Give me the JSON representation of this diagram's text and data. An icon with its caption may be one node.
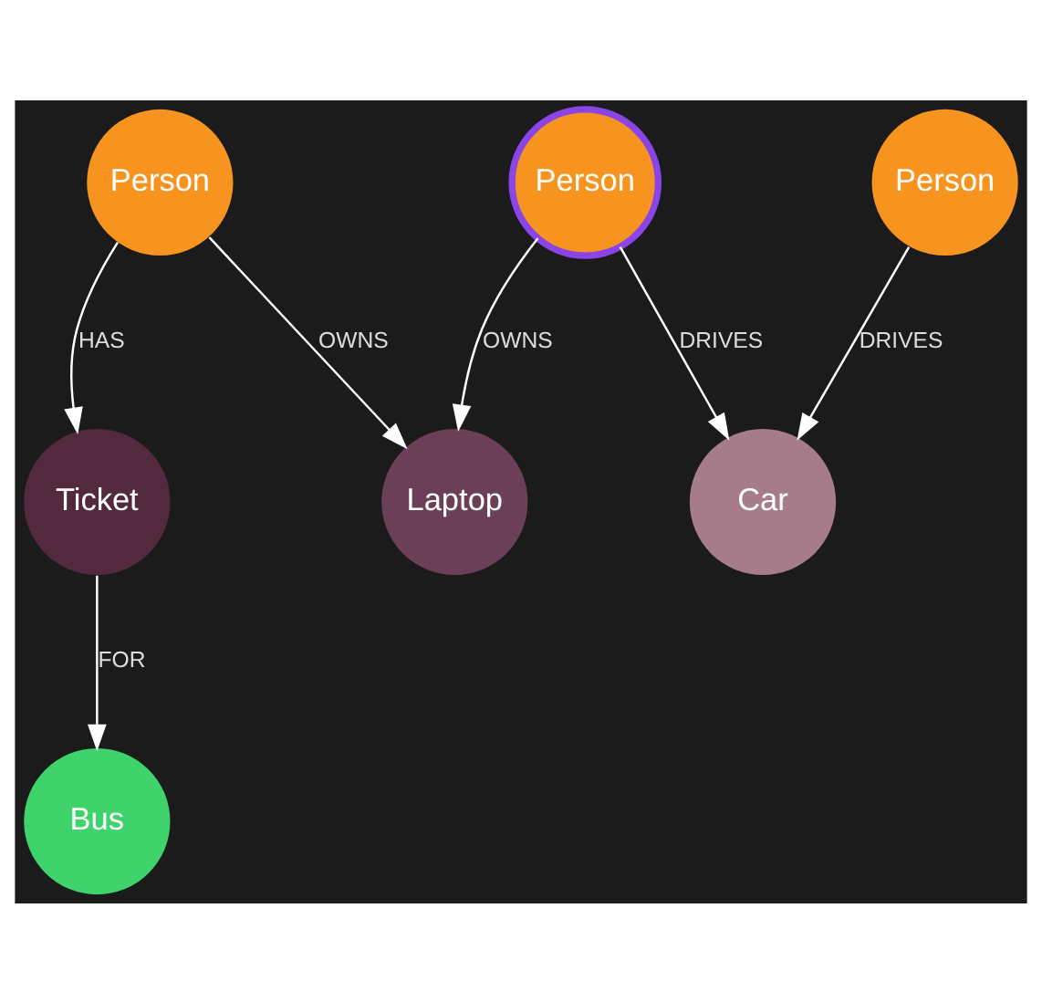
{
  "diagram": {
    "nodes": [
      {
        "text": [
          "Person"
        ]
      },
      {
        "text": [
          "Laptop"
        ]
      },
      {
        "text": [
          "Car"
        ]
      },
      {
        "text": [
          "Person"
        ]
      },
      {
        "text": [
          "Person"
        ]
      },
      {
        "text": [
          "Bus"
        ]
      },
      {
        "text": [
          "Ticket"
        ]
      }
    ],
    "edges": [
      {
        "from": 0,
        "to": 1,
        "arrow": "to",
        "label": "OWNS"
      },
      {
        "from": 0,
        "to": 2,
        "arrow": "to",
        "label": "DRIVES"
      },
      {
        "from": 3,
        "to": 1,
        "arrow": "to",
        "label": "OWNS"
      },
      {
        "from": 3,
        "to": 6,
        "arrow": "to",
        "label": "HAS"
      },
      {
        "from": 4,
        "to": 2,
        "arrow": "to",
        "label": "DRIVES"
      },
      {
        "from": 6,
        "to": 5,
        "arrow": "to",
        "label": "FOR"
      }
    ]
  }
}
